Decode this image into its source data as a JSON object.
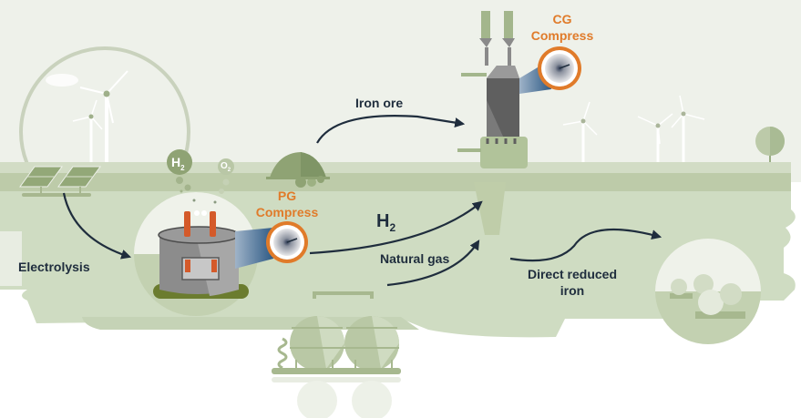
{
  "labels": {
    "electrolysis": "Electrolysis",
    "iron_ore": "Iron ore",
    "h2": "H",
    "h2_sub": "2",
    "natural_gas": "Natural gas",
    "direct_reduced_iron": "Direct reduced iron",
    "pg_compress_line1": "PG",
    "pg_compress_line2": "Compress",
    "cg_compress_line1": "CG",
    "cg_compress_line2": "Compress",
    "bubble_h2": "H",
    "bubble_h2_sub": "2",
    "bubble_o2": "O",
    "bubble_o2_sub": "2"
  },
  "colors": {
    "sky": "#eef1ea",
    "ground_light": "#ccd9bd",
    "ground_band": "#b9ca a3",
    "arrow": "#1f2d3d",
    "compress_ring": "#e07b2a",
    "accent_orange": "#e07b2a",
    "electrode": "#d45a2a",
    "plant_gray": "#8a8a8a"
  }
}
